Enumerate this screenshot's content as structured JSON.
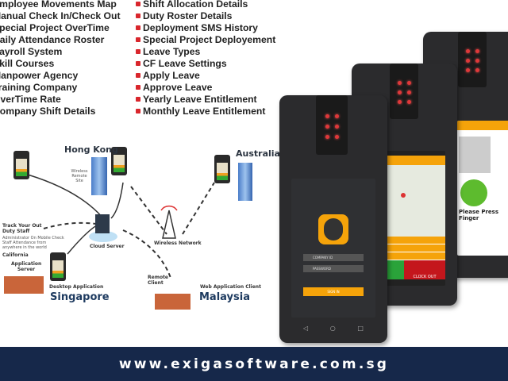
{
  "left_features": [
    "Employee Movements Map",
    "Manual Check In/Check Out",
    "Special Project OverTime",
    "Daily Attendance Roster",
    "Payroll System",
    "Skill Courses",
    "Manpower Agency",
    "Training Company",
    "OverTime Rate",
    "Company Shift Details"
  ],
  "right_features": [
    "Shift Allocation Details",
    "Duty Roster Details",
    "Deployment SMS History",
    "Special Project Deployement",
    "Leave Types",
    "CF Leave Settings",
    "Apply Leave",
    "Approve Leave",
    "Yearly Leave Entitlement",
    "Monthly Leave Entitlement"
  ],
  "diagram": {
    "hong_kong": "Hong Kong",
    "australia": "Australia",
    "wireless_remote_site": "Wireless Remote Site",
    "cloud_server": "Cloud Server",
    "wireless_network": "Wireless Network",
    "track": "Track Your Out Duty Staff",
    "track_sub": "Administrator On Mobile Check Staff Attendance from anywhere in the world",
    "california": "California",
    "app_server": "Application Server",
    "desktop_app": "Desktop Application",
    "singapore": "Singapore",
    "remote_client": "Remote Client",
    "web_app": "Web Application Client",
    "malaysia": "Malaysia"
  },
  "phones": {
    "company_id": "COMPANY ID",
    "password": "PASSWORD",
    "sign_in": "SIGN IN",
    "clock_out": "CLOCK OUT",
    "please_press_finger": "Please Press Finger"
  },
  "footer": {
    "url": "www.exigasoftware.com.sg"
  },
  "colors": {
    "accent": "#d9262c",
    "footer": "#16284a",
    "app_orange": "#f5a30a"
  }
}
